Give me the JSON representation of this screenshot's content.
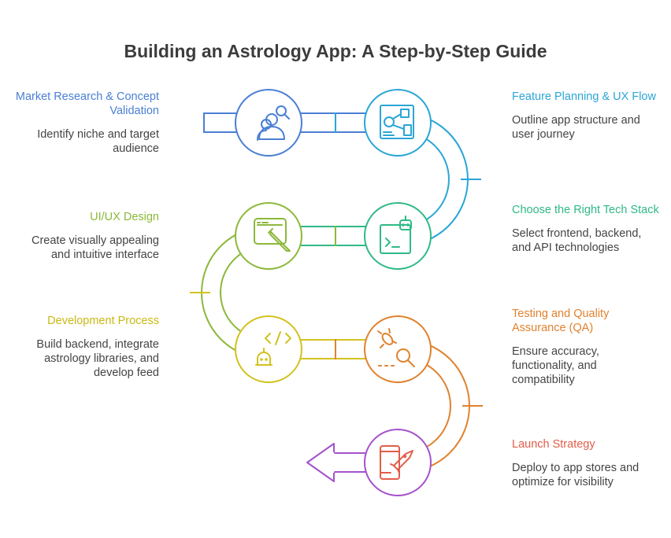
{
  "title": "Building an Astrology App: A Step-by-Step Guide",
  "steps": [
    {
      "title": "Market Research & Concept Validation",
      "description": "Identify niche and target audience",
      "color": "#4a7fd4",
      "icon": "users-search-icon"
    },
    {
      "title": "Feature Planning & UX Flow",
      "description": "Outline app structure and user journey",
      "color": "#2aa6d6",
      "icon": "wireframe-flow-icon"
    },
    {
      "title": "Choose the Right Tech Stack",
      "description": "Select frontend, backend, and API technologies",
      "color": "#2fba86",
      "icon": "code-terminal-icon"
    },
    {
      "title": "UI/UX Design",
      "description": "Create visually appealing and intuitive interface",
      "color": "#8cb83a",
      "icon": "design-tablet-pen-icon"
    },
    {
      "title": "Development Process",
      "description": "Build backend, integrate astrology libraries, and develop feed",
      "color": "#d2c21e",
      "icon": "code-robot-icon"
    },
    {
      "title": "Testing and Quality Assurance (QA)",
      "description": "Ensure accuracy, functionality, and compatibility",
      "color": "#e0822e",
      "icon": "bug-magnifier-icon"
    },
    {
      "title": "Launch Strategy",
      "description": "Deploy to app stores and optimize for visibility",
      "color": "#e25d4a",
      "icon": "phone-rocket-icon"
    }
  ],
  "arrow_color": "#a452cc"
}
